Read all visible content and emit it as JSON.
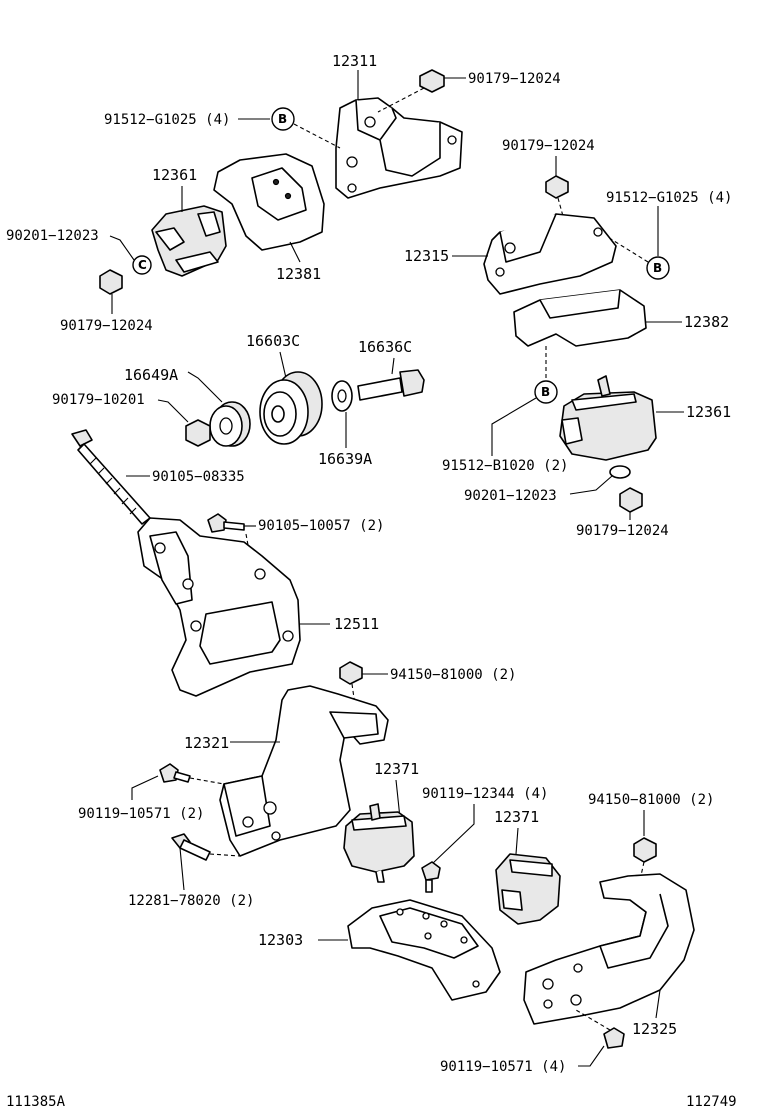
{
  "labels": {
    "p12311": "12311",
    "p90179_12024_a": "90179−12024",
    "p91512_g1025_a": "91512−G1025 (4)",
    "p12361_a": "12361",
    "p90201_12023_a": "90201−12023",
    "p12381": "12381",
    "p90179_12024_b": "90179−12024",
    "p90179_12024_c": "90179−12024",
    "p91512_g1025_b": "91512−G1025 (4)",
    "p12315": "12315",
    "p12382": "12382",
    "p16603c": "16603C",
    "p16636c": "16636C",
    "p16649a": "16649A",
    "p90179_10201": "90179−10201",
    "p16639a": "16639A",
    "p90105_08335": "90105−08335",
    "p90105_10057": "90105−10057 (2)",
    "p12511": "12511",
    "p12361_b": "12361",
    "p91512_b1020": "91512−B1020 (2)",
    "p90201_12023_b": "90201−12023",
    "p90179_12024_d": "90179−12024",
    "p94150_81000_a": "94150−81000 (2)",
    "p12321": "12321",
    "p12371_a": "12371",
    "p90119_10571_a": "90119−10571 (2)",
    "p90119_12344": "90119−12344 (4)",
    "p12371_b": "12371",
    "p94150_81000_b": "94150−81000 (2)",
    "p12281_78020": "12281−78020 (2)",
    "p12303": "12303",
    "p12325": "12325",
    "p90119_10571_b": "90119−10571 (4)"
  },
  "bubbles": {
    "b1": "B",
    "b2": "B",
    "b3": "B",
    "c1": "C"
  },
  "footer": {
    "left_code": "111385A",
    "right_code": "112749"
  }
}
